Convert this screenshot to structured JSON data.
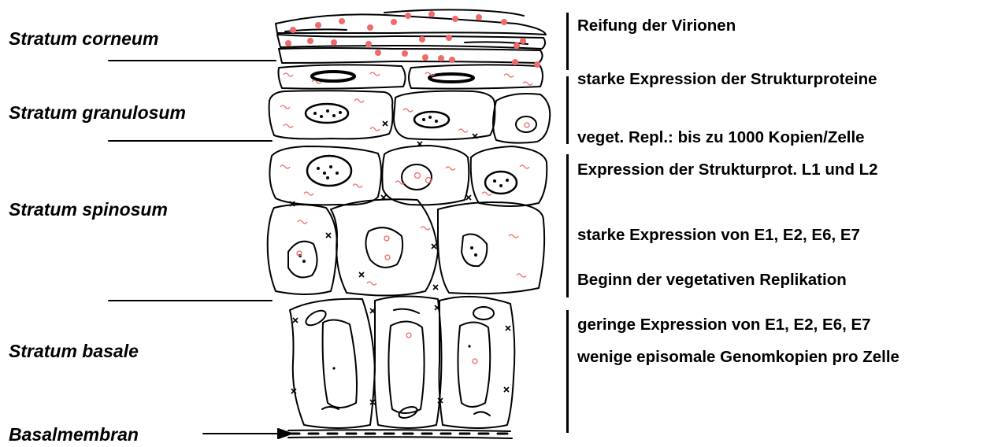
{
  "layers": {
    "corneum": "Stratum corneum",
    "granulosum": "Stratum granulosum",
    "spinosum": "Stratum spinosum",
    "basale": "Stratum basale",
    "basalmembran": "Basalmembran"
  },
  "annotations": [
    "Reifung der Virionen",
    "starke Expression der Strukturproteine",
    "veget. Repl.: bis zu 1000 Kopien/Zelle",
    "Expression der Strukturprot. L1 und L2",
    "starke Expression von E1, E2, E6, E7",
    "Beginn der vegetativen Replikation",
    "geringe Expression von E1, E2, E6, E7",
    "wenige episomale Genomkopien pro Zelle"
  ],
  "colors": {
    "ink": "#000000",
    "virus_particles": "#f06a6a",
    "background": "#ffffff"
  }
}
